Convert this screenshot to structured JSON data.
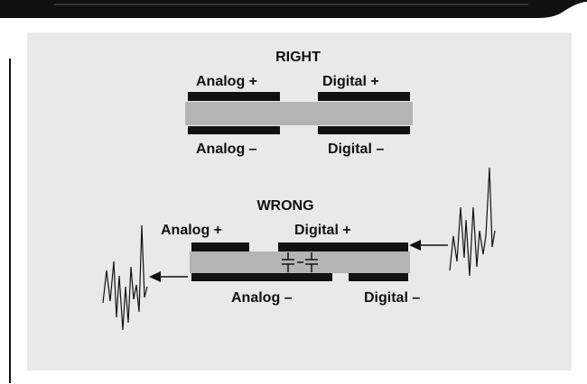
{
  "right": {
    "title": "RIGHT",
    "top_left": "Analog +",
    "top_right": "Digital +",
    "bottom_left": "Analog –",
    "bottom_right": "Digital –"
  },
  "wrong": {
    "title": "WRONG",
    "top_left": "Analog +",
    "top_right": "Digital +",
    "bottom_left": "Analog –",
    "bottom_right": "Digital –"
  },
  "colors": {
    "panel": "#e9e9e9",
    "substrate": "#b4b4b4",
    "plane": "#111111",
    "header": "#111111"
  },
  "icons": [
    "noise-waveform-icon",
    "arrow-icon",
    "capacitor-icon"
  ]
}
